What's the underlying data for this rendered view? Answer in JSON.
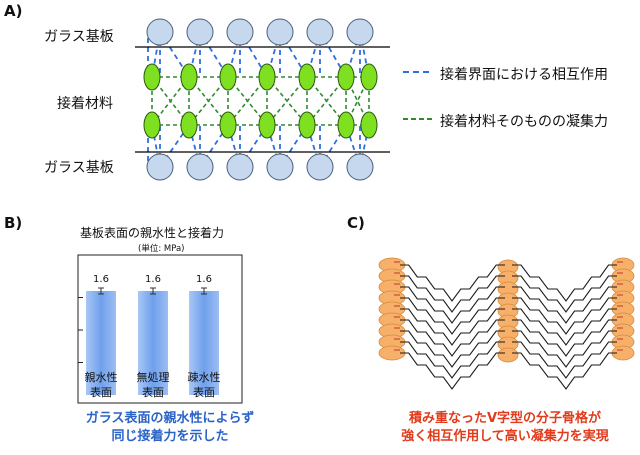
{
  "panelA": {
    "label": "A)",
    "top_layer": "ガラス基板",
    "middle_layer": "接着材料",
    "bottom_layer": "ガラス基板",
    "legend": [
      {
        "text": "接着界面における相互作用",
        "color": "#2f6fdb"
      },
      {
        "text": "接着材料そのものの凝集力",
        "color": "#2e8b2e"
      }
    ]
  },
  "panelB": {
    "label": "B)",
    "caption_line1": "ガラス表面の親水性によらず",
    "caption_line2": "同じ接着力を示した"
  },
  "panelC": {
    "label": "C)",
    "caption_line1": "積み重なったV字型の分子骨格が",
    "caption_line2": "強く相互作用して高い凝集力を実現"
  },
  "chart_data": {
    "type": "bar",
    "title": "基板表面の親水性と接着力",
    "unit": "(単位: MPa)",
    "categories": [
      [
        "親水性",
        "表面"
      ],
      [
        "無処理",
        "表面"
      ],
      [
        "疎水性",
        "表面"
      ]
    ],
    "values": [
      1.6,
      1.6,
      1.6
    ],
    "data_labels": [
      "1.6",
      "1.6",
      "1.6"
    ],
    "error_bars": true,
    "ylim": [
      0,
      2.0
    ],
    "bar_color": "#6fa0ec"
  }
}
